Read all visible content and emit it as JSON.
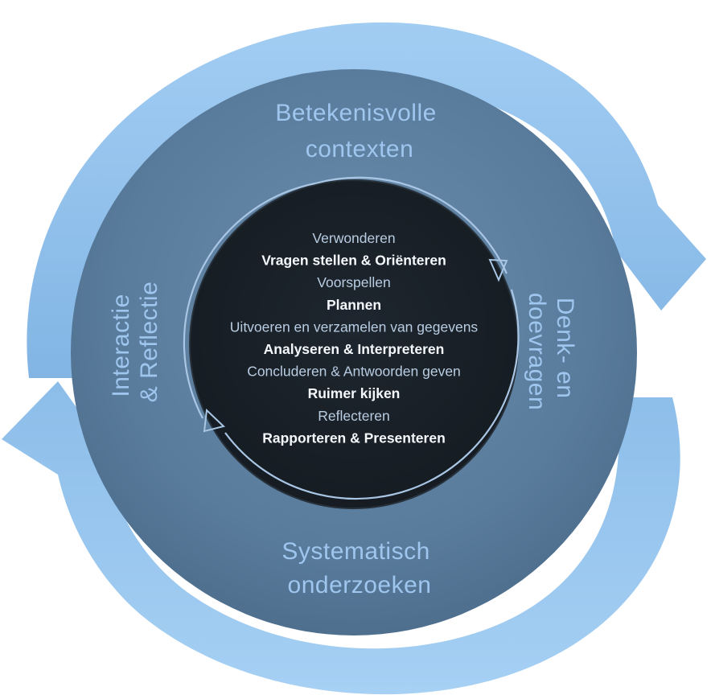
{
  "colors": {
    "outer_arrow": "#8fc0ec",
    "outer_disc": "#5b7d9d",
    "inner_disc": "#1c232b",
    "outer_text": "#9ec6ee",
    "inner_ring": "#a9c6e4"
  },
  "outer_labels": {
    "top": [
      "Betekenisvolle",
      "contexten"
    ],
    "right": [
      "Denk- en",
      "doevragen"
    ],
    "bottom": [
      "Systematisch",
      "onderzoeken"
    ],
    "left": [
      "Interactie",
      "& Reflectie"
    ]
  },
  "inner_steps": [
    {
      "label": "Verwonderen",
      "emphasis": "light"
    },
    {
      "label": "Vragen stellen & Oriënteren",
      "emphasis": "bold"
    },
    {
      "label": "Voorspellen",
      "emphasis": "light"
    },
    {
      "label": "Plannen",
      "emphasis": "bold"
    },
    {
      "label": "Uitvoeren en verzamelen van gegevens",
      "emphasis": "light"
    },
    {
      "label": "Analyseren & Interpreteren",
      "emphasis": "bold"
    },
    {
      "label": "Concluderen & Antwoorden geven",
      "emphasis": "light"
    },
    {
      "label": "Ruimer kijken",
      "emphasis": "bold"
    },
    {
      "label": "Reflecteren",
      "emphasis": "light"
    },
    {
      "label": "Rapporteren & Presenteren",
      "emphasis": "bold"
    }
  ]
}
